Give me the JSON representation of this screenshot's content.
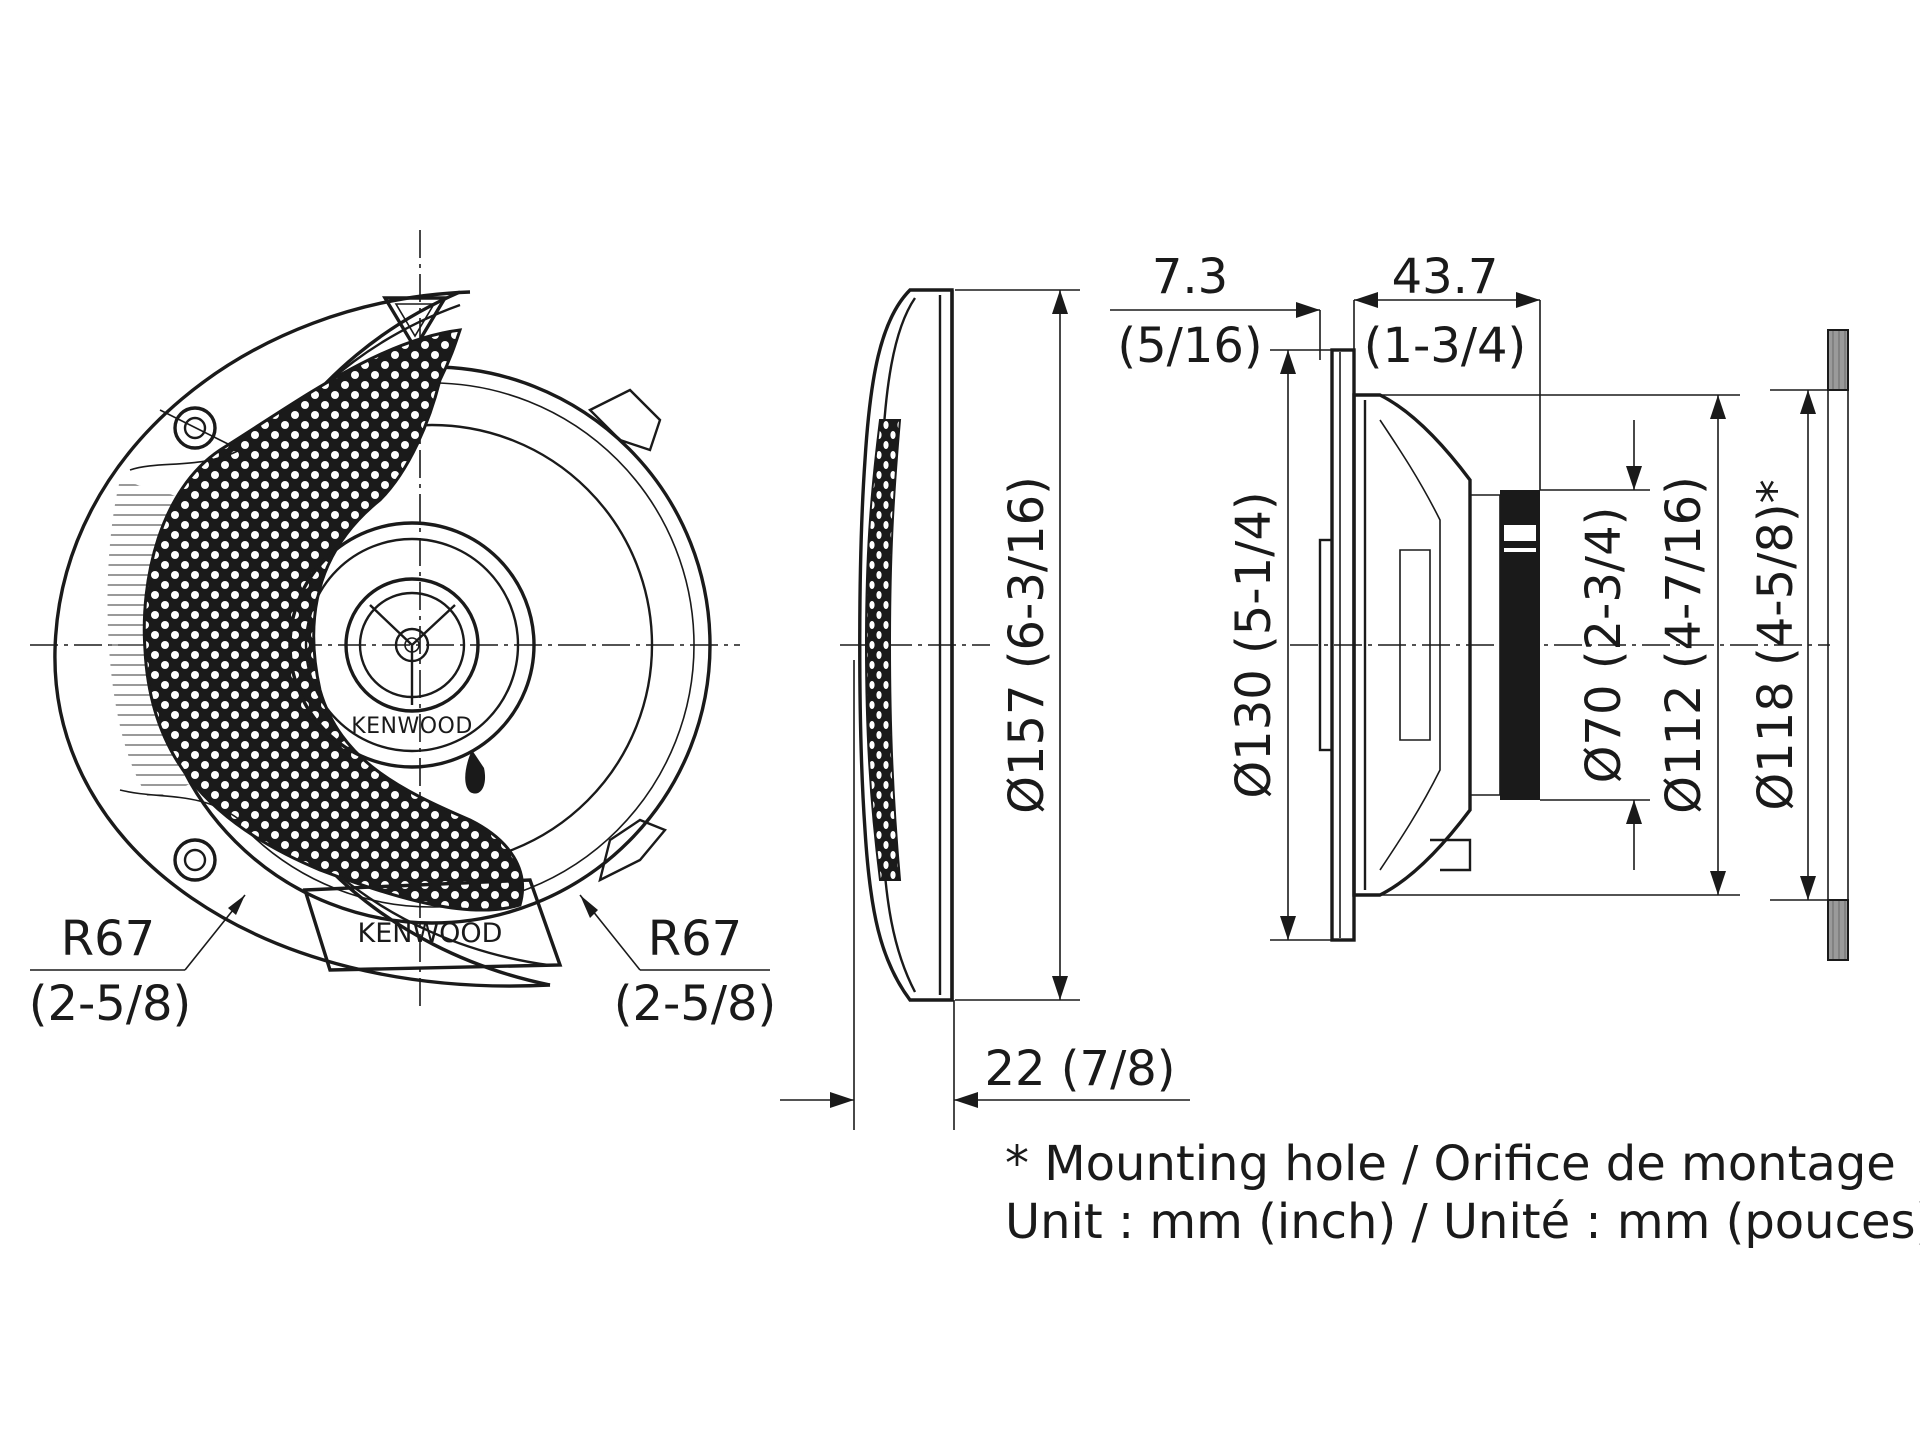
{
  "brand_logo": {
    "grille_label": "KENWOOD",
    "center_label": "KENWOOD"
  },
  "dimensions": {
    "front_radius_left": {
      "value": "R67",
      "inch": "(2-5/8)"
    },
    "front_radius_right": {
      "value": "R67",
      "inch": "(2-5/8)"
    },
    "side_outer_diameter": "Ø157 (6-3/16)",
    "side_depth": "22 (7/8)",
    "rear_flange_thickness": {
      "value": "7.3",
      "inch": "(5/16)"
    },
    "rear_mount_depth": {
      "value": "43.7",
      "inch": "(1-3/4)"
    },
    "rear_flange_diameter": "Ø130 (5-1/4)",
    "rear_magnet_diameter": "Ø70 (2-3/4)",
    "rear_basket_diameter": "Ø112 (4-7/16)",
    "mounting_hole_diameter": "Ø118 (4-5/8)*"
  },
  "notes": {
    "mounting_hole": "* Mounting hole / Orifice de montage",
    "unit": "Unit : mm (inch) / Unité : mm (pouces)"
  }
}
